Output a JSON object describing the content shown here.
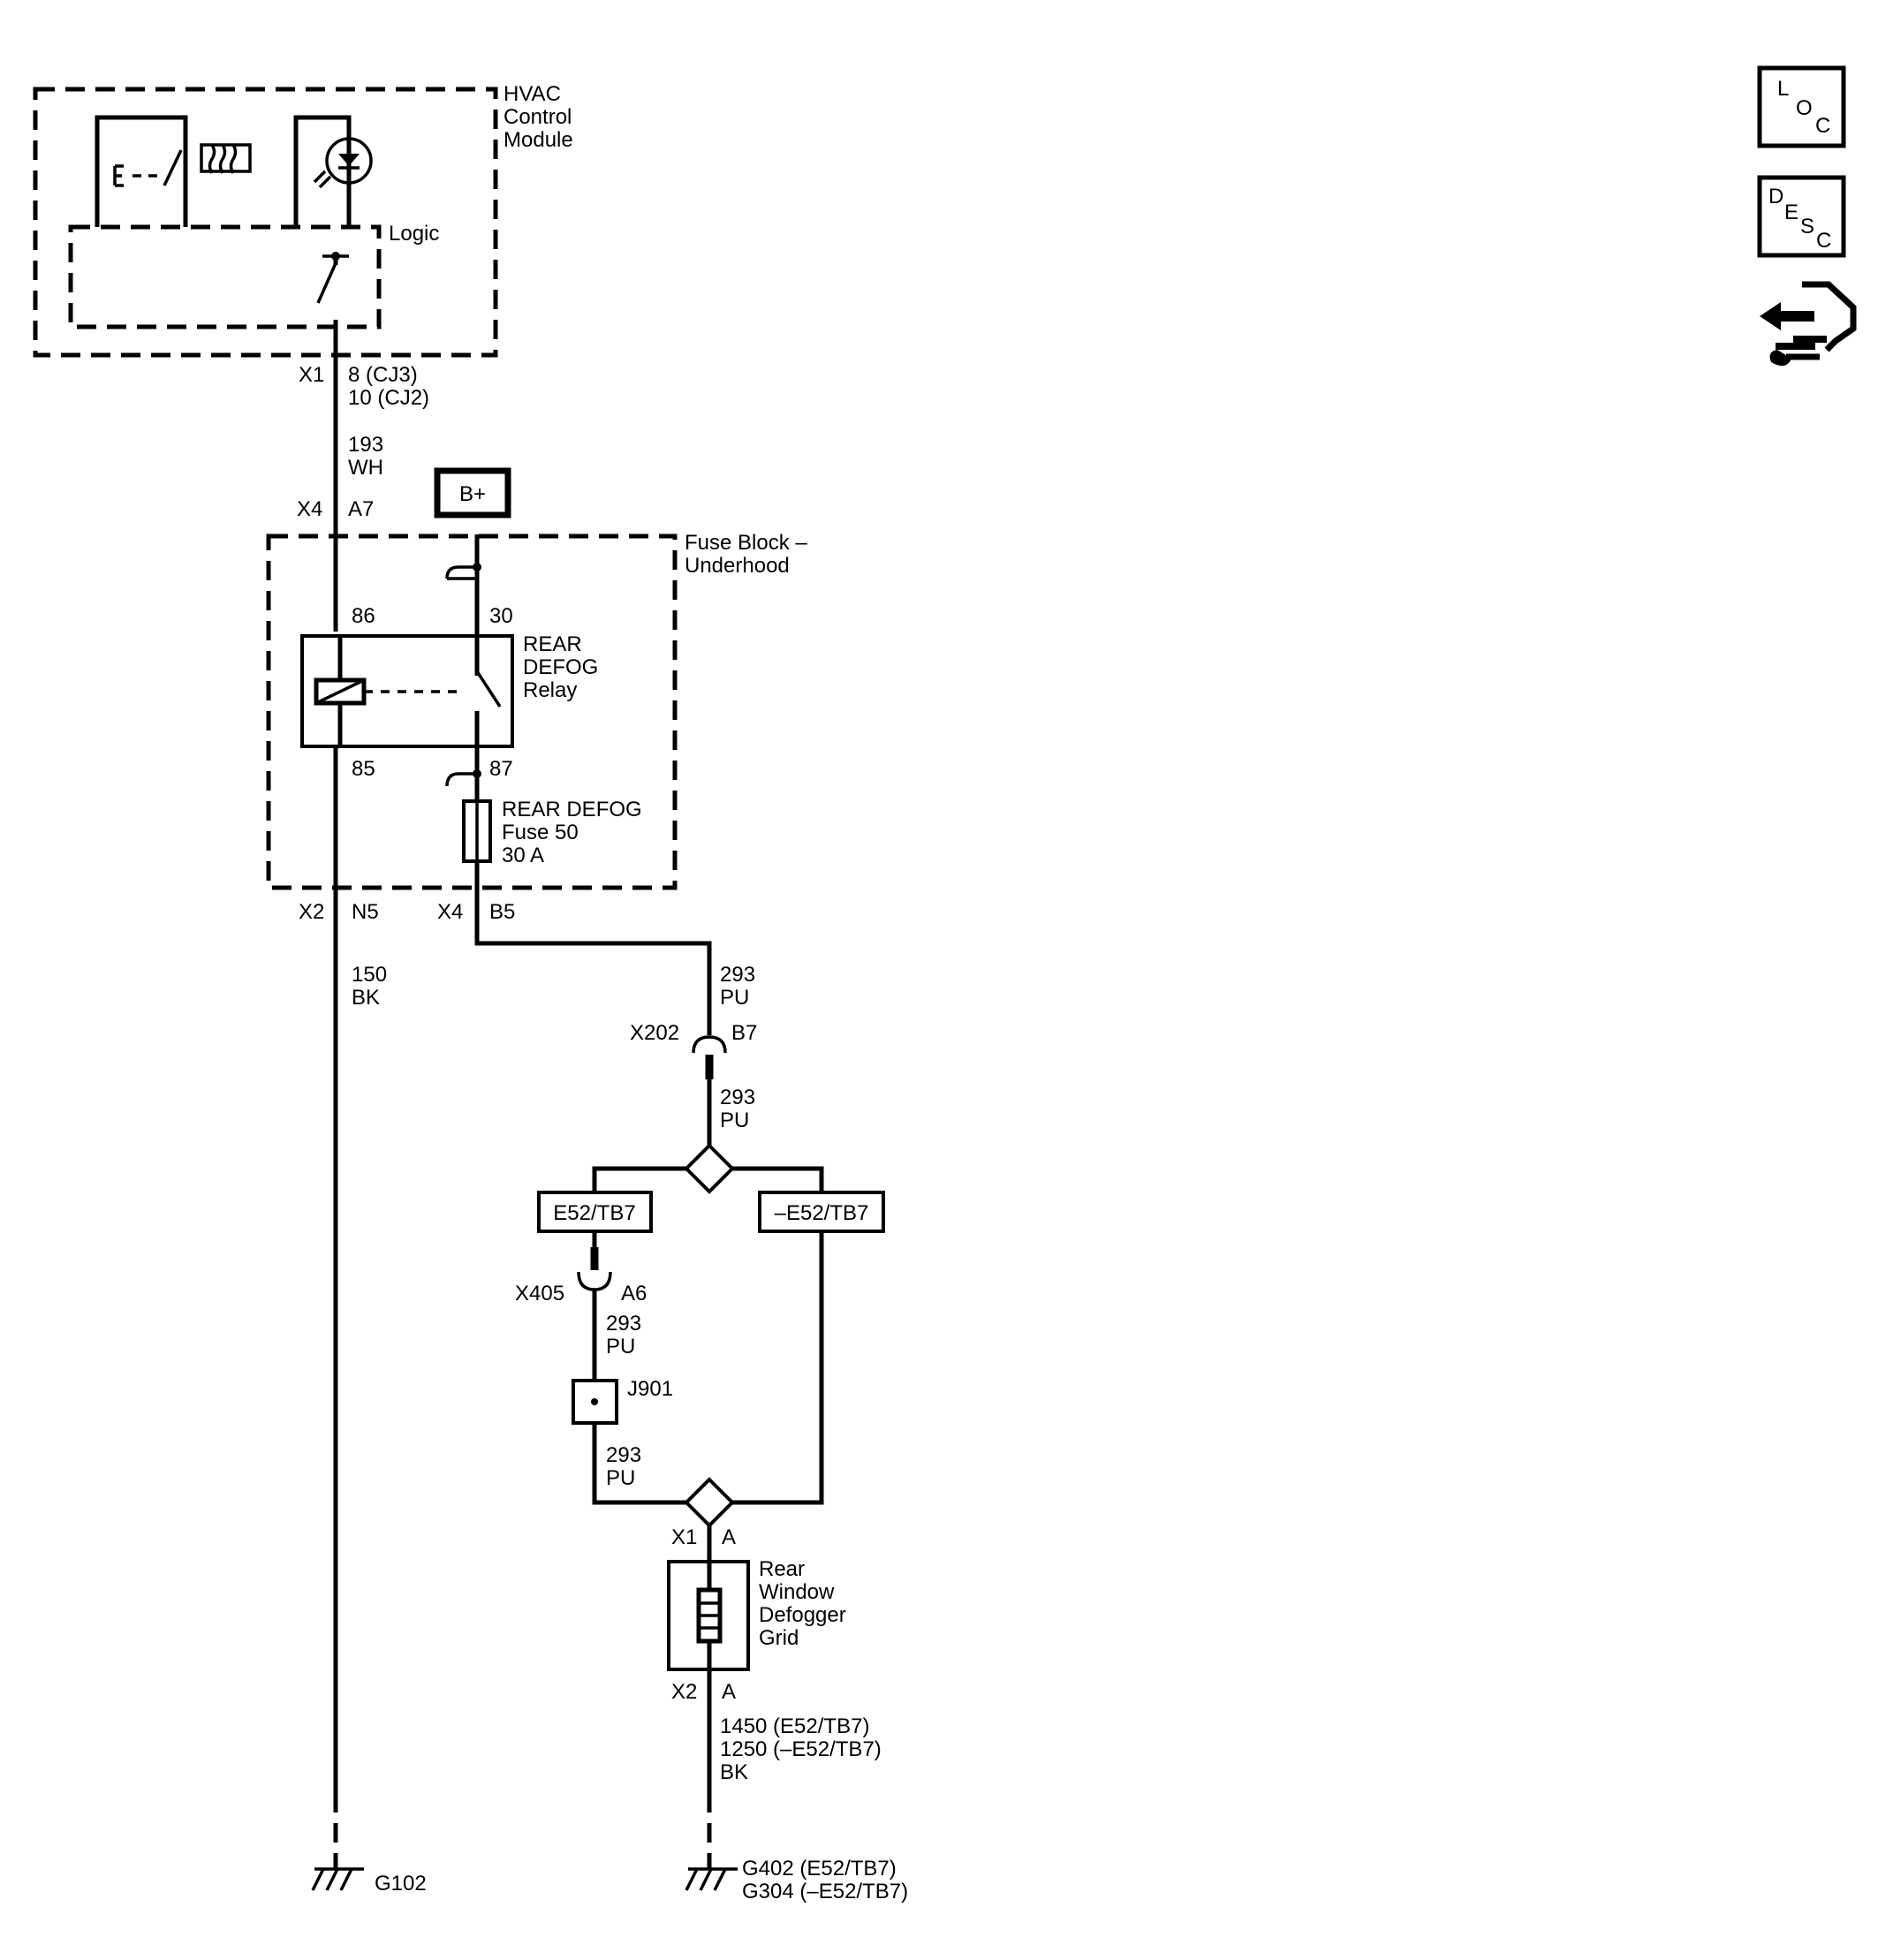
{
  "hvac": {
    "name_l1": "HVAC",
    "name_l2": "Control",
    "name_l3": "Module",
    "logic": "Logic"
  },
  "x1": {
    "conn": "X1",
    "pin_l1": "8 (CJ3)",
    "pin_l2": "10 (CJ2)"
  },
  "wire_193": {
    "circuit": "193",
    "color": "WH"
  },
  "x4_a7": {
    "conn": "X4",
    "pin": "A7"
  },
  "battery": {
    "label": "B+"
  },
  "fuse_block": {
    "name_l1": "Fuse Block –",
    "name_l2": "Underhood"
  },
  "relay": {
    "name_l1": "REAR",
    "name_l2": "DEFOG",
    "name_l3": "Relay",
    "pin86": "86",
    "pin30": "30",
    "pin85": "85",
    "pin87": "87"
  },
  "fuse": {
    "name_l1": "REAR DEFOG",
    "name_l2": "Fuse 50",
    "rating": "30 A"
  },
  "x2_n5": {
    "conn": "X2",
    "pin": "N5"
  },
  "x4_b5": {
    "conn": "X4",
    "pin": "B5"
  },
  "wire_150": {
    "circuit": "150",
    "color": "BK"
  },
  "wire_293_a": {
    "circuit": "293",
    "color": "PU"
  },
  "x202": {
    "conn": "X202",
    "pin": "B7"
  },
  "wire_293_b": {
    "circuit": "293",
    "color": "PU"
  },
  "option_e52": {
    "label": "E52/TB7"
  },
  "option_not_e52": {
    "label": "–E52/TB7"
  },
  "x405": {
    "conn": "X405",
    "pin": "A6"
  },
  "wire_293_c": {
    "circuit": "293",
    "color": "PU"
  },
  "splice": {
    "label": "J901"
  },
  "wire_293_d": {
    "circuit": "293",
    "color": "PU"
  },
  "grid": {
    "name_l1": "Rear",
    "name_l2": "Window",
    "name_l3": "Defogger",
    "name_l4": "Grid",
    "x1_conn": "X1",
    "x1_pin": "A",
    "x2_conn": "X2",
    "x2_pin": "A"
  },
  "wire_ground": {
    "circuit_l1": "1450 (E52/TB7)",
    "circuit_l2": "1250 (–E52/TB7)",
    "color": "BK"
  },
  "ground_g102": {
    "label": "G102"
  },
  "ground_g402": {
    "label_l1": "G402 (E52/TB7)",
    "label_l2": "G304 (–E52/TB7)"
  },
  "nav": {
    "loc": {
      "c1": "L",
      "c2": "O",
      "c3": "C",
      "icon": "location-view-icon"
    },
    "desc": {
      "c1": "D",
      "c2": "E",
      "c3": "S",
      "c3b": "C",
      "icon": "description-view-icon"
    },
    "diag": {
      "icon": "diagnostic-wrench-icon"
    }
  }
}
